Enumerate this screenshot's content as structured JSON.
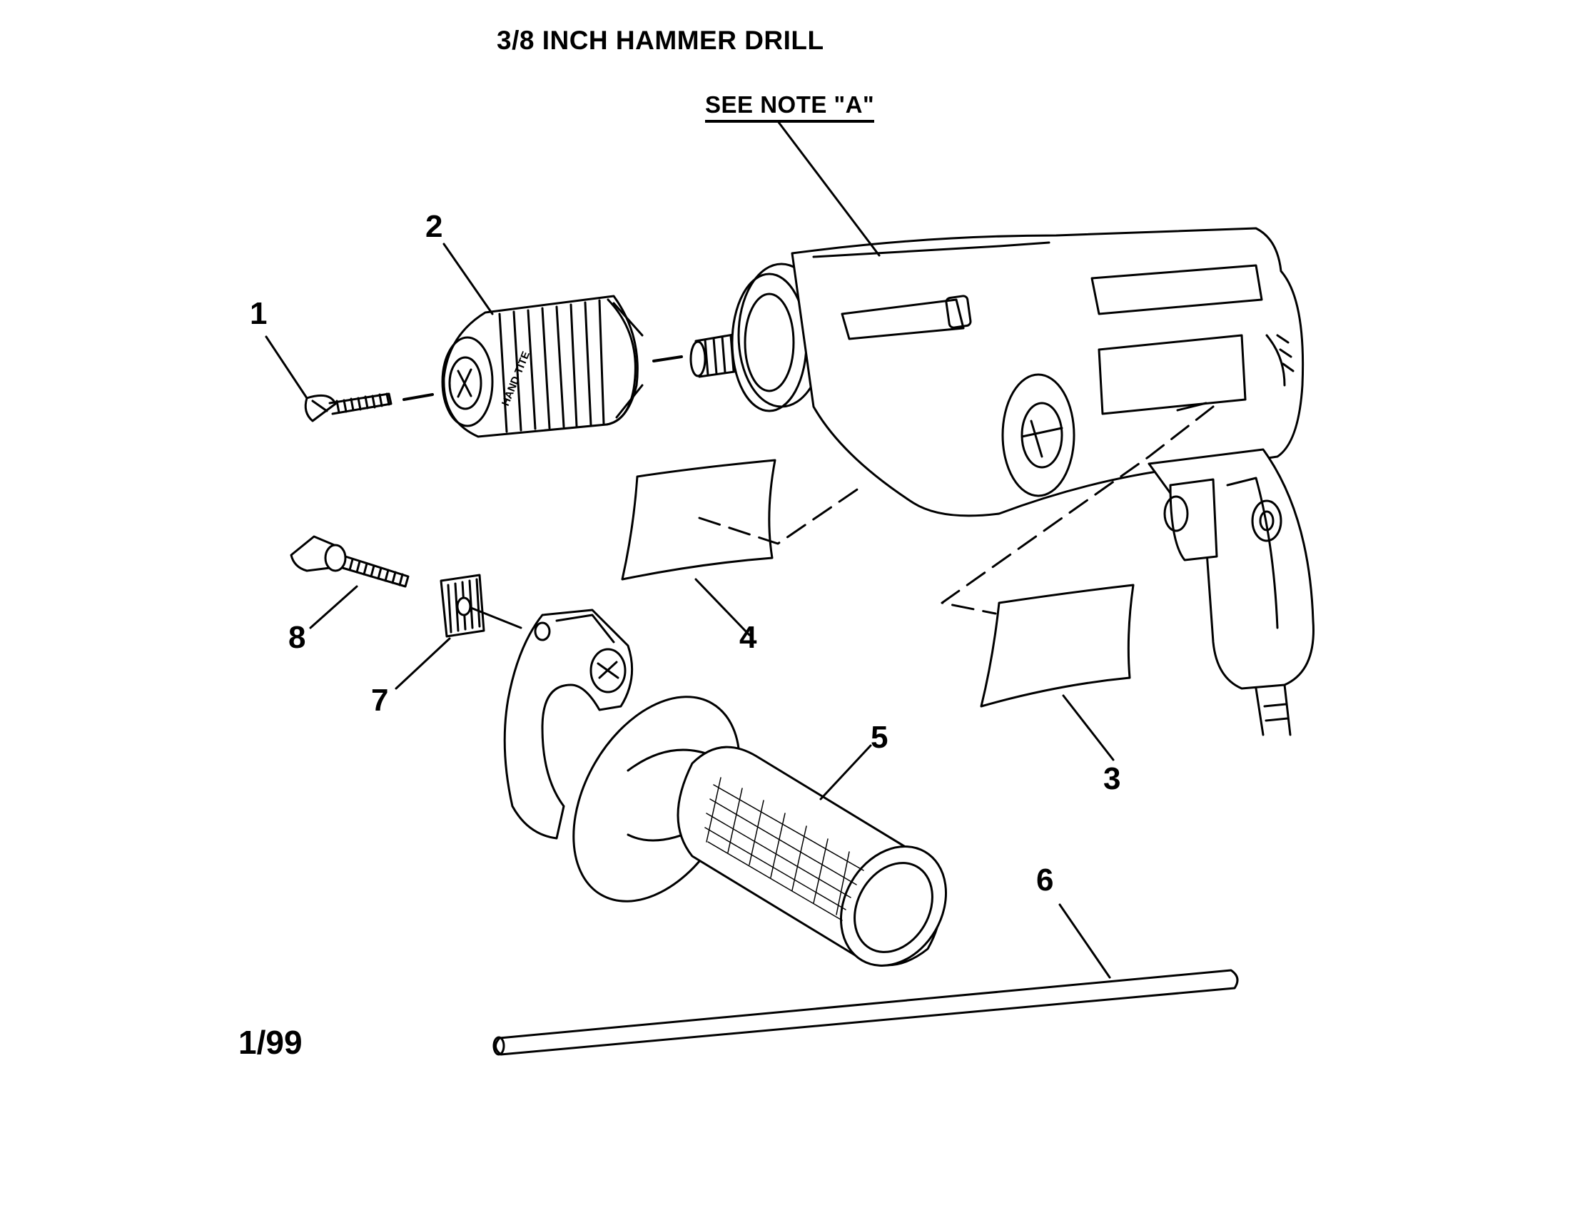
{
  "title": "3/8 INCH HAMMER DRILL",
  "note": "SEE NOTE \"A\"",
  "date_code": "1/99",
  "chuck_brand": "HAND-TITE",
  "callouts": [
    "1",
    "2",
    "3",
    "4",
    "5",
    "6",
    "7",
    "8"
  ],
  "line_color": "#000000"
}
